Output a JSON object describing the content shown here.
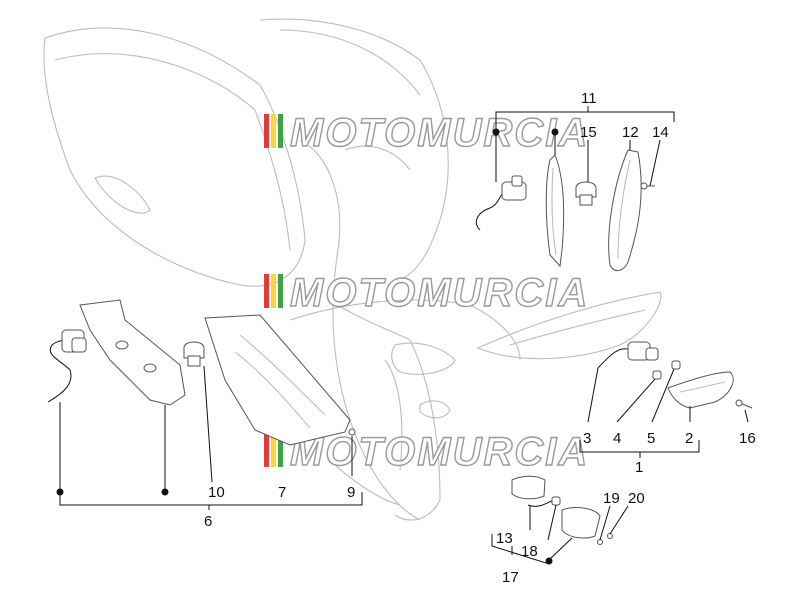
{
  "watermark": {
    "text": "MOTOMURCIA"
  },
  "callouts": {
    "c1": "1",
    "c2": "2",
    "c3": "3",
    "c4": "4",
    "c5": "5",
    "c6": "6",
    "c7": "7",
    "c9": "9",
    "c10": "10",
    "c11": "11",
    "c12": "12",
    "c13": "13",
    "c14": "14",
    "c15": "15",
    "c16": "16",
    "c17": "17",
    "c18": "18",
    "c19": "19",
    "c20": "20"
  }
}
